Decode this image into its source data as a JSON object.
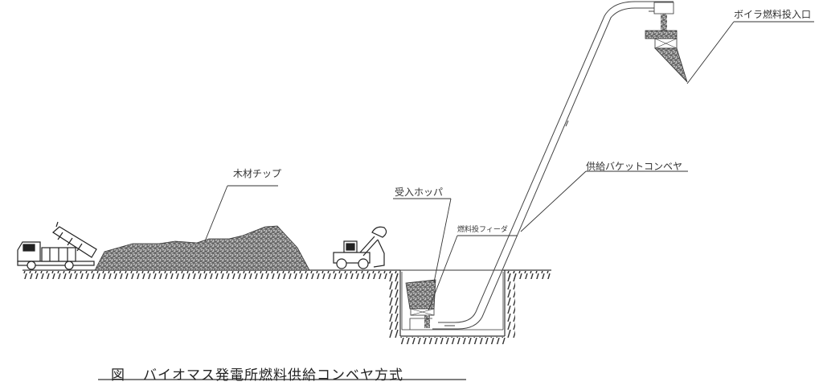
{
  "diagram": {
    "caption": {
      "prefix": "図",
      "title": "バイオマス発電所燃料供給コンベヤ方式"
    },
    "labels": {
      "boiler_inlet": "ボイラ燃料投入口",
      "supply_bucket_conveyor": "供給バケットコンベヤ",
      "receiving_hopper": "受入ホッパ",
      "fuel_feeder": "燃料投フィーダ",
      "wood_chips": "木材チップ"
    },
    "elements": [
      {
        "id": "dump-truck",
        "label": ""
      },
      {
        "id": "wood-chip-pile",
        "label": "木材チップ"
      },
      {
        "id": "wheel-loader",
        "label": ""
      },
      {
        "id": "receiving-pit",
        "label": "受入ホッパ"
      },
      {
        "id": "fuel-feeder",
        "label": "燃料投フィーダ"
      },
      {
        "id": "bucket-conveyor",
        "label": "供給バケットコンベヤ"
      },
      {
        "id": "boiler-inlet-chute",
        "label": "ボイラ燃料投入口"
      }
    ],
    "colors": {
      "line": "#333333",
      "chip_fill": "#6e6e6e",
      "background": "#ffffff"
    }
  }
}
